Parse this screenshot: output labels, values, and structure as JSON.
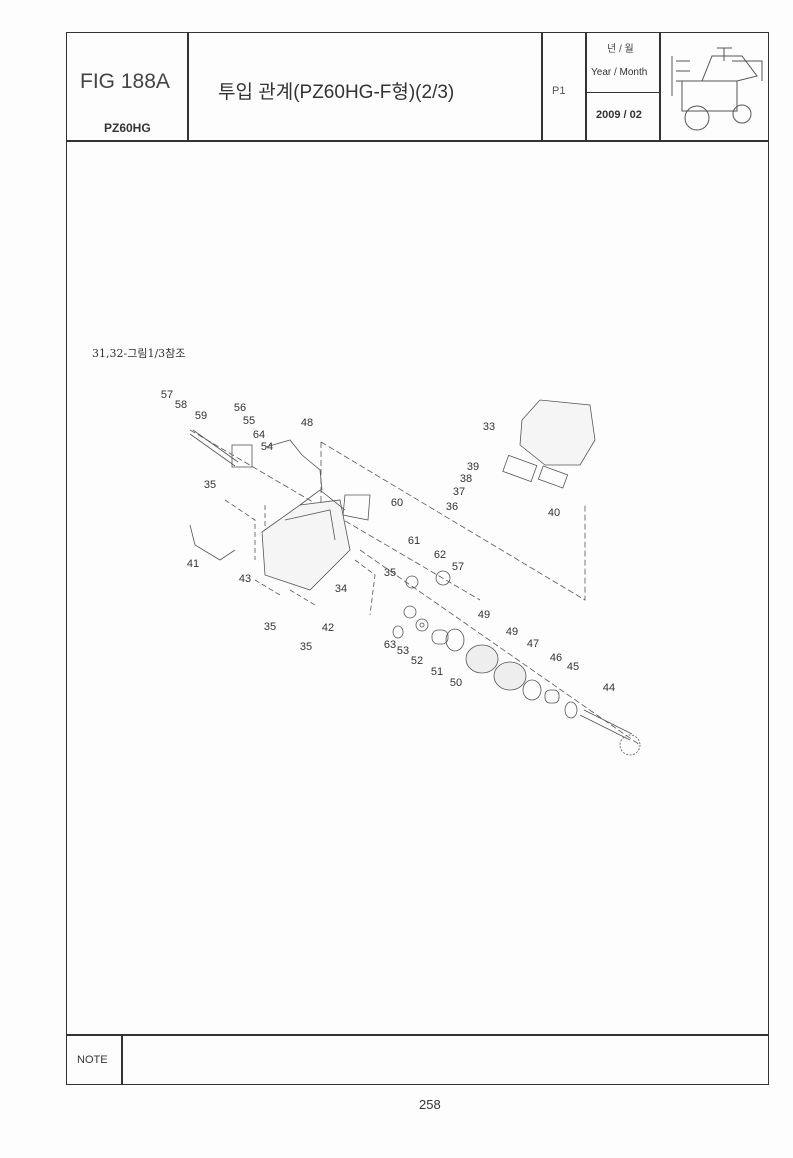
{
  "header": {
    "fig": "FIG 188A",
    "model": "PZ60HG",
    "title": "투입 관계(PZ60HG-F형)(2/3)",
    "page_code": "P1",
    "year_month_ko": "년 / 월",
    "year_month_en": "Year / Month",
    "date": "2009 / 02"
  },
  "diagram": {
    "reference_note": "31,32-그림1/3참조",
    "callouts": [
      "57",
      "58",
      "59",
      "56",
      "55",
      "64",
      "54",
      "48",
      "35",
      "60",
      "41",
      "43",
      "34",
      "35",
      "35",
      "35",
      "42",
      "33",
      "39",
      "38",
      "37",
      "36",
      "40",
      "61",
      "62",
      "57",
      "63",
      "53",
      "52",
      "51",
      "50",
      "49",
      "49",
      "47",
      "46",
      "45",
      "44"
    ]
  },
  "footer": {
    "note_label": "NOTE",
    "page_number": "258"
  }
}
